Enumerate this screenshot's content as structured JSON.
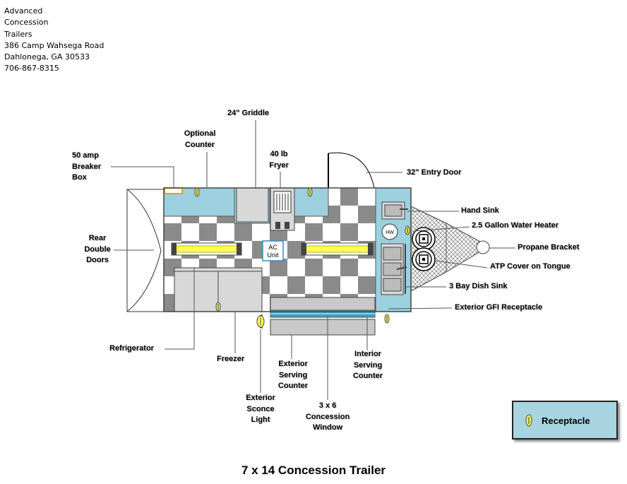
{
  "company": {
    "line1_initial": "A",
    "line1_rest": "dvanced",
    "line2_initial": "C",
    "line2_rest": "oncession",
    "line3_initial": "T",
    "line3_rest": "railers",
    "street": "386 Camp Wahsega Road",
    "city": "Dahlonega, GA 30533",
    "phone": "706-867-8315"
  },
  "labels": {
    "griddle": "24\" Griddle",
    "optional_counter": [
      "Optional",
      "Counter"
    ],
    "breaker_box": [
      "50 amp",
      "Breaker",
      "Box"
    ],
    "fryer": [
      "40 lb",
      "Fryer"
    ],
    "entry_door": "32\" Entry Door",
    "rear_doors": [
      "Rear",
      "Double",
      "Doors"
    ],
    "hand_sink": "Hand Sink",
    "water_heater": "2.5 Gallon Water Heater",
    "propane_bracket": "Propane Bracket",
    "atp_cover": "ATP Cover on Tongue",
    "dish_sink": "3 Bay Dish Sink",
    "gfi": "Exterior GFI Receptacle",
    "refrigerator": "Refrigerator",
    "freezer": "Freezer",
    "ext_serving": [
      "Exterior",
      "Serving",
      "Counter"
    ],
    "int_serving": [
      "Interior",
      "Serving",
      "Counter"
    ],
    "sconce": [
      "Exterior",
      "Sconce",
      "Light"
    ],
    "window": [
      "3 x 6",
      "Concession",
      "Window"
    ]
  },
  "equipment": {
    "ac_unit": [
      "AC",
      "Unit"
    ],
    "hw": "HW"
  },
  "legend": {
    "label": "Receptacle"
  },
  "title": "7 x 14 Concession Trailer",
  "colors": {
    "counter_blue": "#9cd0de",
    "checker_gray": "#8a8a8a",
    "appliance_gray": "#d8d8d8",
    "light_yellow": "#ffff55",
    "legend_bg": "#a8d4e2"
  }
}
